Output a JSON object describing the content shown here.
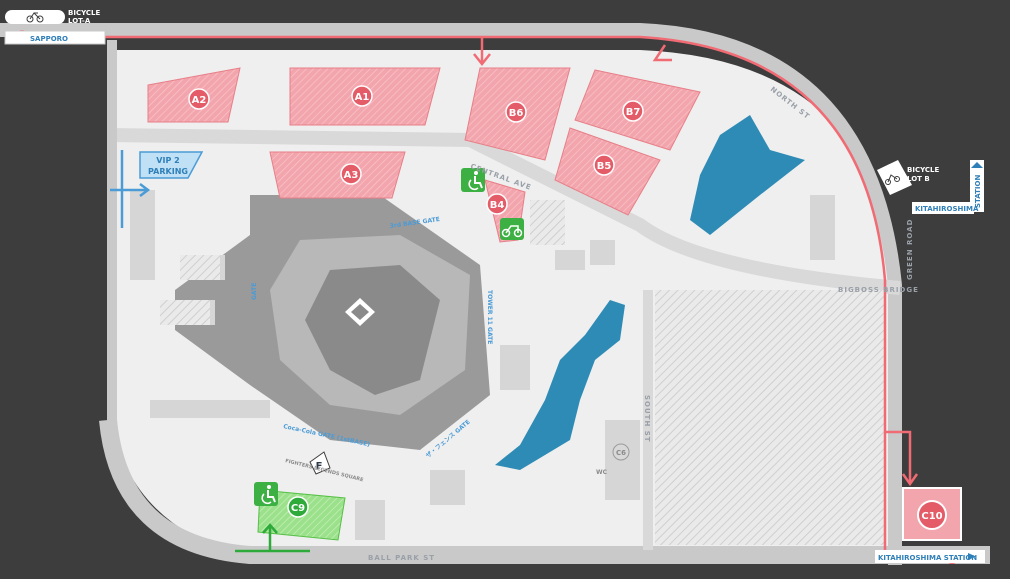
{
  "map": {
    "bicycle_lot_a": "BICYCLE\nLOT-A",
    "bicycle_lot_b": "BICYCLE\nLOT B",
    "station": "STATION",
    "kitahiroshima": "KITAHIROSHIMA",
    "kitahiroshima_bottom": "KITAHIROSHIMA STATION",
    "sapporo": "SAPPORO",
    "vip_parking": "VIP 2\nPARKING",
    "streets": {
      "central_ave": "CENTRAL AVE",
      "ball_park_st": "BALL PARK ST",
      "green_road": "GREEN ROAD",
      "south_st": "SOUTH ST",
      "bigboss_bridge": "BIGBOSS BRIDGE",
      "north_st": "NORTH ST"
    },
    "gates": {
      "third_base": "3rd BASE GATE",
      "first_base": "Coca-Cola GATE (1stBASE)",
      "tower11": "TOWER 11 GATE",
      "left_gate": "GATE",
      "right_gate": "ザ・フェンス GATE",
      "square": "FIGHTERS LEGENDS\nSQUARE"
    },
    "wc": "WC",
    "lots": [
      {
        "id": "A1",
        "label": "A1",
        "color": "#f3a5ad"
      },
      {
        "id": "A2",
        "label": "A2",
        "color": "#f3a5ad"
      },
      {
        "id": "A3",
        "label": "A3",
        "color": "#f3a5ad"
      },
      {
        "id": "B4",
        "label": "B4",
        "color": "#f3a5ad"
      },
      {
        "id": "B5",
        "label": "B5",
        "color": "#f3a5ad"
      },
      {
        "id": "B6",
        "label": "B6",
        "color": "#f3a5ad"
      },
      {
        "id": "B7",
        "label": "B7",
        "color": "#f3a5ad"
      },
      {
        "id": "C6",
        "label": "C6",
        "color": "#d8d8d8"
      },
      {
        "id": "C9",
        "label": "C9",
        "color": "#9be08a"
      },
      {
        "id": "C10",
        "label": "C10",
        "color": "#f3a5ad"
      }
    ],
    "colors": {
      "background": "#3d3d3d",
      "ground": "#efefef",
      "road": "#c9c9c9",
      "stadium": "#9a9a9a",
      "water": "#2e8bb5",
      "route_red": "#f06b74",
      "route_green": "#2eaa3a",
      "route_blue": "#4b9bd6",
      "accessible_green": "#3cb043"
    },
    "icons": [
      "bicycle-icon",
      "wheelchair-icon",
      "motorcycle-icon",
      "baseball-diamond-icon",
      "fighters-f-icon"
    ]
  }
}
